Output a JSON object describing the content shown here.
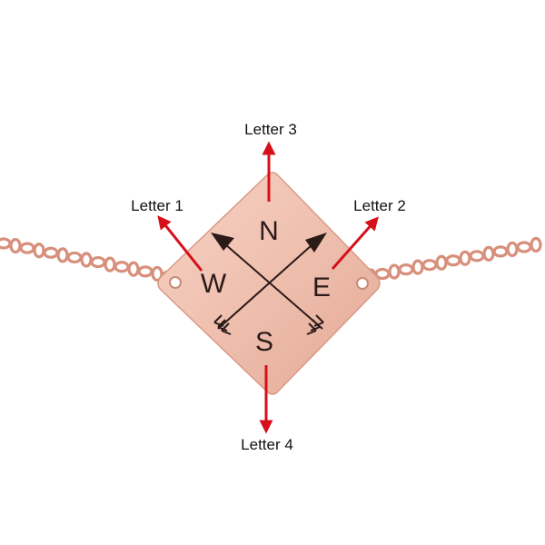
{
  "annotations": {
    "top": "Letter 3",
    "left": "Letter 1",
    "right": "Letter 2",
    "bottom": "Letter 4"
  },
  "pendant": {
    "letters": {
      "north": "N",
      "east": "E",
      "south": "S",
      "west": "W"
    }
  },
  "colors": {
    "pendant": "#f0c0b0",
    "chain": "#d88f7c",
    "arrow": "#d6101b",
    "engraving": "#2a1a18",
    "label_text": "#111111"
  }
}
